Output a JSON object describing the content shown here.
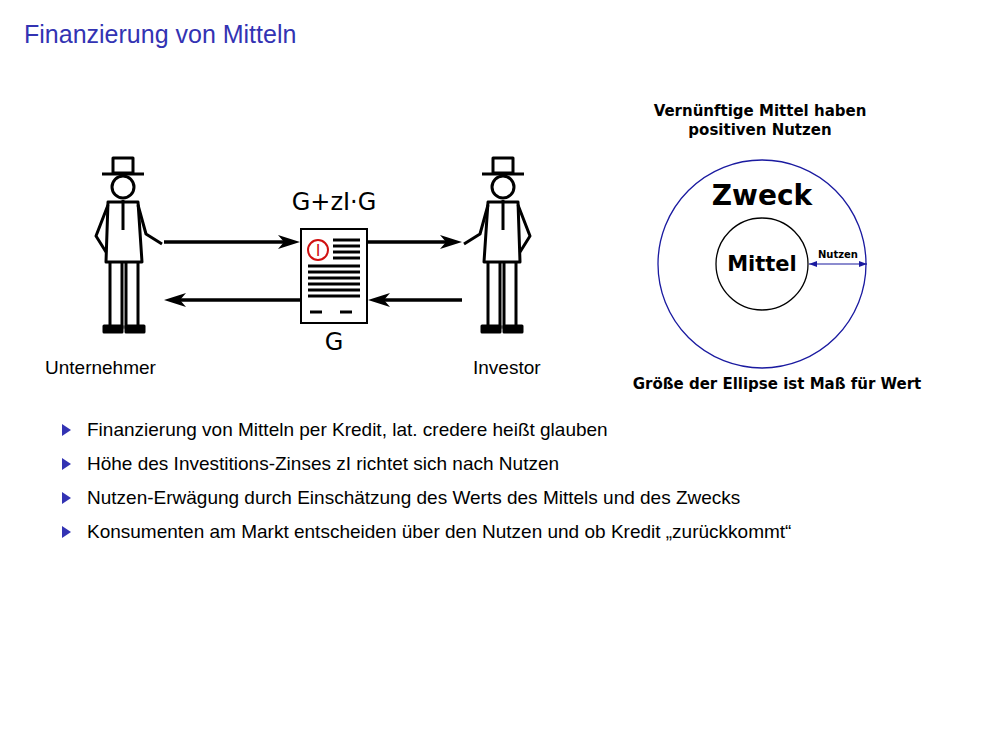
{
  "diagram": {
    "title": "Finanzierung von Mitteln",
    "nodes": [
      {
        "text": [
          "Unternehmer"
        ]
      },
      {
        "text": [
          "G+zI·G",
          "I",
          "G"
        ]
      },
      {
        "text": [
          "Investor"
        ]
      },
      {
        "text": [
          "Zweck"
        ]
      },
      {
        "text": [
          "Mittel"
        ],
        "in": 3
      }
    ],
    "edges": [
      {
        "from": 0,
        "to": 1,
        "arrow": "to"
      },
      {
        "from": 1,
        "to": 2,
        "arrow": "to"
      },
      {
        "from": 2,
        "to": 1,
        "arrow": "to"
      },
      {
        "from": 1,
        "to": 0,
        "arrow": "to"
      },
      {
        "from": 4,
        "to": 3,
        "label": "Nutzen",
        "arrow": "both"
      }
    ],
    "labels": [
      "Vernünftige Mittel haben positiven Nutzen",
      "Größe der Ellipse ist Maß für Wert",
      "Finanzierung von Mitteln per Kredit, lat. credere heißt glauben",
      "Höhe des Investitions-Zinses zI richtet sich nach Nutzen",
      "Nutzen-Erwägung durch Einschätzung des Werts des Mittels und des Zwecks",
      "Konsumenten am Markt entscheiden über den Nutzen und ob Kredit „zurückkommt“"
    ]
  }
}
